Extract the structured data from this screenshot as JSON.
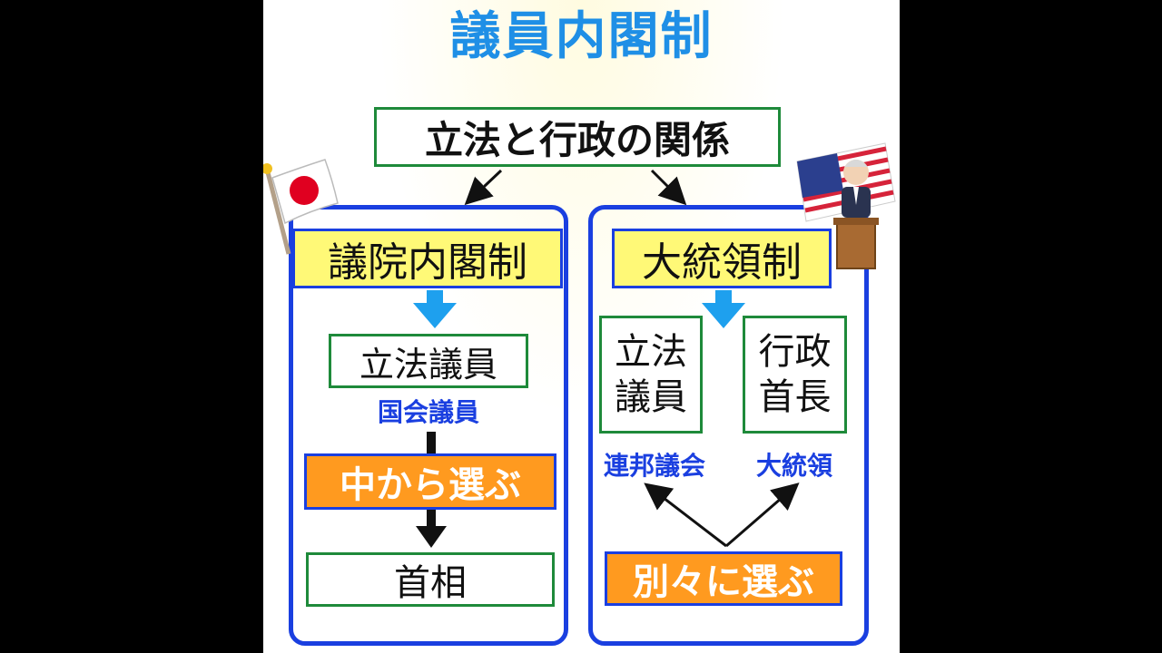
{
  "title": "議員内閣制",
  "relation": "立法と行政の関係",
  "left": {
    "heading": "議院内閣制",
    "legislator": "立法議員",
    "legislator_sub": "国会議員",
    "choose": "中から選ぶ",
    "result": "首相"
  },
  "right": {
    "heading": "大統領制",
    "legislator": [
      "立法",
      "議員"
    ],
    "executive": [
      "行政",
      "首長"
    ],
    "legislature_name": "連邦議会",
    "executive_name": "大統領",
    "choose": "別々に選ぶ"
  },
  "colors": {
    "title": "#1f8fe6",
    "panel_border": "#1a3fe0",
    "green_border": "#1e8a3a",
    "yellow": "#fff977",
    "orange": "#ff9a1f",
    "blue_arrow": "#1ea0ee"
  },
  "icons": [
    "japan-flag-icon",
    "usa-flag-icon",
    "president-podium-icon"
  ]
}
